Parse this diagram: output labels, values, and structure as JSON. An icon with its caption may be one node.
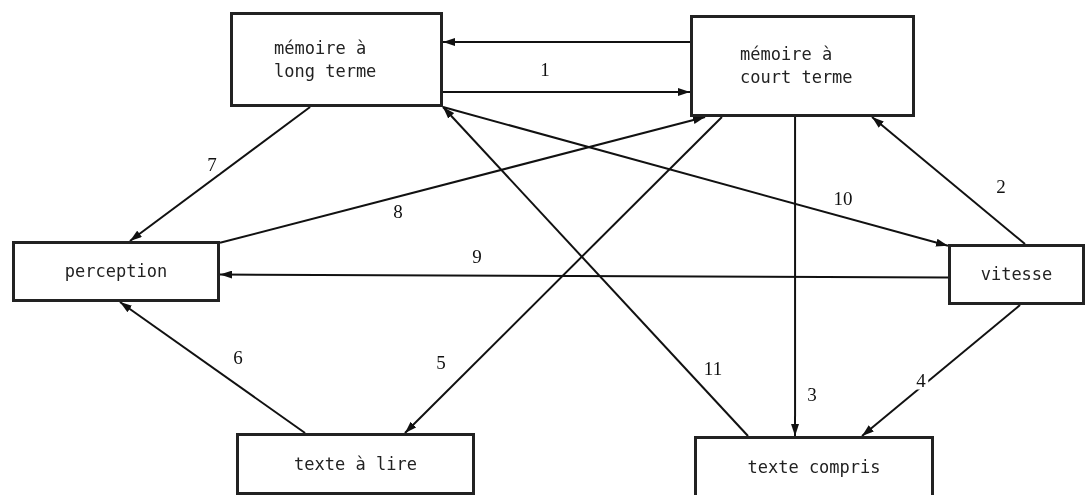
{
  "diagram": {
    "nodes": [
      {
        "text": [
          "mémoire à long terme"
        ]
      },
      {
        "text": [
          "mémoire à court terme"
        ]
      },
      {
        "text": [
          "perception"
        ]
      },
      {
        "text": [
          "vitesse"
        ]
      },
      {
        "text": [
          "texte à lire"
        ]
      },
      {
        "text": [
          "texte compris"
        ]
      }
    ],
    "edges": [
      {
        "from": 1,
        "to": 0,
        "arrow": "to",
        "label": "1"
      },
      {
        "from": 0,
        "to": 1,
        "arrow": "to"
      },
      {
        "from": 3,
        "to": 1,
        "arrow": "to",
        "label": "2"
      },
      {
        "from": 1,
        "to": 5,
        "arrow": "to",
        "label": "3"
      },
      {
        "from": 3,
        "to": 5,
        "arrow": "to",
        "label": "4"
      },
      {
        "from": 1,
        "to": 4,
        "arrow": "to",
        "label": "5"
      },
      {
        "from": 4,
        "to": 2,
        "arrow": "to",
        "label": "6"
      },
      {
        "from": 0,
        "to": 2,
        "arrow": "to",
        "label": "7"
      },
      {
        "from": 2,
        "to": 1,
        "arrow": "to",
        "label": "8"
      },
      {
        "from": 3,
        "to": 2,
        "arrow": "to",
        "label": "9"
      },
      {
        "from": 0,
        "to": 3,
        "arrow": "to",
        "label": "10"
      },
      {
        "from": 5,
        "to": 0,
        "arrow": "to",
        "label": "11"
      }
    ]
  }
}
